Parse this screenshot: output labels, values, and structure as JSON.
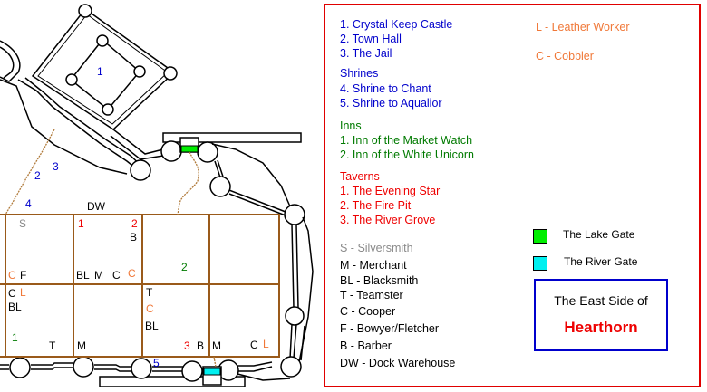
{
  "map": {
    "title_line1": "The East Side of",
    "title_line2": "Hearthorn",
    "labels": {
      "castle": "1",
      "jail_2": "2",
      "jail_3": "3",
      "shrine_4": "4",
      "shrine_5": "5",
      "dock_warehouse": "DW",
      "silversmith": "S",
      "tavern_1": "1",
      "tavern_2": "2",
      "barber_1": "B",
      "cobbler_1": "C",
      "bowyer": "F",
      "blacksmith_1": "BL",
      "merchant_1": "M",
      "cooper_1": "C",
      "cobbler_2": "C",
      "inn_2": "2",
      "cooper_2": "C",
      "leather_1": "L",
      "blacksmith_2": "BL",
      "inn_1": "1",
      "teamster_1": "T",
      "merchant_2": "M",
      "teamster_2": "T",
      "cobbler_3": "C",
      "blacksmith_3": "BL",
      "tavern_3": "3",
      "barber_2": "B",
      "merchant_3": "M",
      "cooper_3": "C",
      "leather_2": "L"
    }
  },
  "legend": {
    "buildings": [
      "1. Crystal Keep Castle",
      "2. Town Hall",
      "3. The Jail"
    ],
    "shrines_heading": "Shrines",
    "shrines": [
      "4. Shrine to Chant",
      "5. Shrine to Aqualior"
    ],
    "inns_heading": "Inns",
    "inns": [
      "1. Inn of the Market Watch",
      "2. Inn of the White Unicorn"
    ],
    "taverns_heading": "Taverns",
    "taverns": [
      "1. The Evening Star",
      "2. The Fire Pit",
      "3. The River Grove"
    ],
    "trades": [
      "S - Silversmith",
      "M - Merchant",
      "BL - Blacksmith",
      "T - Teamster",
      "C - Cooper",
      "F - Bowyer/Fletcher",
      "B - Barber",
      "DW - Dock Warehouse"
    ],
    "trades_orange": [
      "L - Leather Worker",
      "C - Cobbler"
    ],
    "gates": [
      {
        "label": "The Lake Gate",
        "color": "#00ee00"
      },
      {
        "label": "The River Gate",
        "color": "#00f0f0"
      }
    ]
  },
  "colors": {
    "blue": "#0000cc",
    "green": "#007a00",
    "red": "#ee0000",
    "gray": "#8a8a8a",
    "orange": "#f07838",
    "street": "#9a5a1a",
    "panel_border": "#e00000",
    "title_border": "#0000cc"
  }
}
